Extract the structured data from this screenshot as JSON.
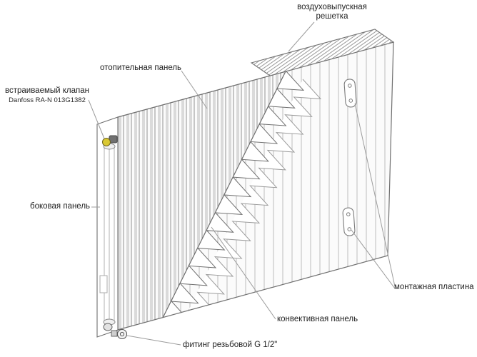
{
  "diagram": {
    "labels": {
      "air_grille": "воздуховыпускная решетка",
      "heating_panel": "отопительная панель",
      "valve_title": "встраиваемый клапан",
      "valve_model": "Danfoss RA-N 013G1382",
      "side_panel": "боковая панель",
      "mounting_plate": "монтажная пластина",
      "convective_panel": "конвективная панель",
      "fitting": "фитинг резьбовой G 1/2\""
    },
    "colors": {
      "outline": "#6f6f6f",
      "leader": "#9c9c9c",
      "valve_accent": "#d9c832",
      "background": "#ffffff"
    }
  }
}
